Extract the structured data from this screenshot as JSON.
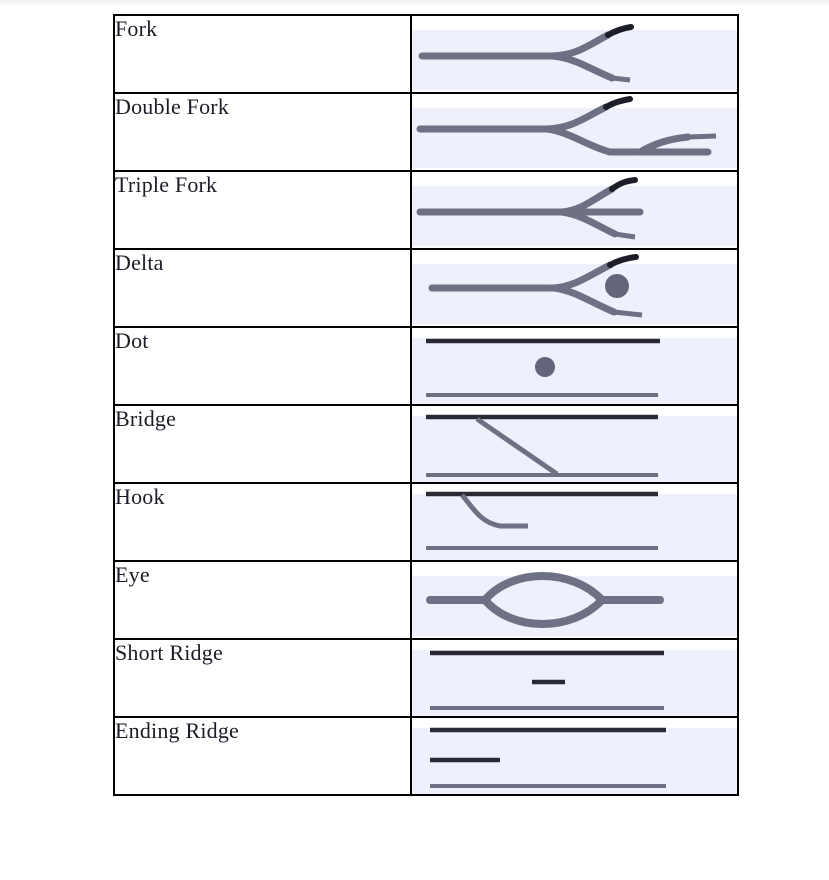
{
  "page": {
    "background": "#ffffff",
    "top_band_color": "#f4f4f4"
  },
  "table": {
    "name": "fingerprint-minutiae-table",
    "border_color": "#000000",
    "figure_background": "#eef1fb",
    "ridge_color": "#6e7083",
    "ridge_dark_color": "#1d1d28",
    "rows": [
      {
        "label": "Fork",
        "figure": "fork-ridge-figure"
      },
      {
        "label": "Double Fork",
        "figure": "double-fork-ridge-figure"
      },
      {
        "label": "Triple Fork",
        "figure": "triple-fork-ridge-figure"
      },
      {
        "label": "Delta",
        "figure": "delta-ridge-figure"
      },
      {
        "label": "Dot",
        "figure": "dot-ridge-figure"
      },
      {
        "label": "Bridge",
        "figure": "bridge-ridge-figure"
      },
      {
        "label": "Hook",
        "figure": "hook-ridge-figure"
      },
      {
        "label": "Eye",
        "figure": "eye-ridge-figure"
      },
      {
        "label": "Short Ridge",
        "figure": "short-ridge-figure"
      },
      {
        "label": "Ending Ridge",
        "figure": "ending-ridge-figure"
      }
    ]
  }
}
